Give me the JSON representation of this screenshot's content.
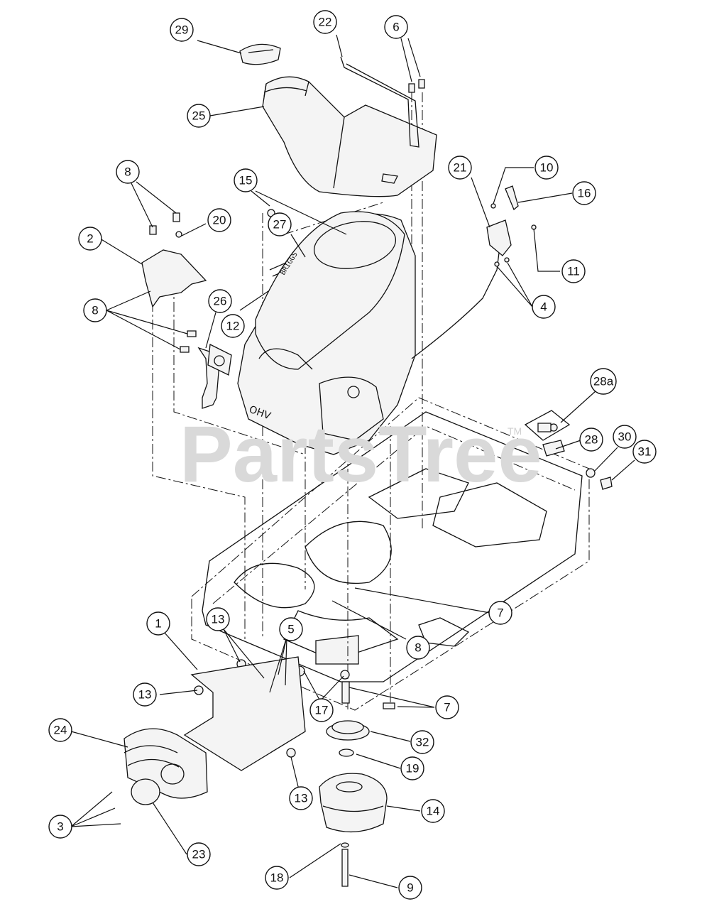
{
  "watermark": {
    "text": "PartsTree",
    "trademark": "TM"
  },
  "engine_labels": {
    "brand": "BRIGGS",
    "model": "OHV"
  },
  "callouts": [
    {
      "id": "c29",
      "label": "29"
    },
    {
      "id": "c22",
      "label": "22"
    },
    {
      "id": "c6",
      "label": "6"
    },
    {
      "id": "c25",
      "label": "25"
    },
    {
      "id": "c10",
      "label": "10"
    },
    {
      "id": "c8a",
      "label": "8"
    },
    {
      "id": "c15",
      "label": "15"
    },
    {
      "id": "c21",
      "label": "21"
    },
    {
      "id": "c16",
      "label": "16"
    },
    {
      "id": "c20",
      "label": "20"
    },
    {
      "id": "c27",
      "label": "27"
    },
    {
      "id": "c2",
      "label": "2"
    },
    {
      "id": "c11",
      "label": "11"
    },
    {
      "id": "c26",
      "label": "26"
    },
    {
      "id": "c8b",
      "label": "8"
    },
    {
      "id": "c12",
      "label": "12"
    },
    {
      "id": "c4",
      "label": "4"
    },
    {
      "id": "c28a",
      "label": "28a"
    },
    {
      "id": "c28",
      "label": "28"
    },
    {
      "id": "c30",
      "label": "30"
    },
    {
      "id": "c31",
      "label": "31"
    },
    {
      "id": "c7a",
      "label": "7"
    },
    {
      "id": "c1",
      "label": "1"
    },
    {
      "id": "c13a",
      "label": "13"
    },
    {
      "id": "c5",
      "label": "5"
    },
    {
      "id": "c8c",
      "label": "8"
    },
    {
      "id": "c13b",
      "label": "13"
    },
    {
      "id": "c17",
      "label": "17"
    },
    {
      "id": "c7b",
      "label": "7"
    },
    {
      "id": "c24",
      "label": "24"
    },
    {
      "id": "c32",
      "label": "32"
    },
    {
      "id": "c19",
      "label": "19"
    },
    {
      "id": "c13c",
      "label": "13"
    },
    {
      "id": "c14",
      "label": "14"
    },
    {
      "id": "c3",
      "label": "3"
    },
    {
      "id": "c23",
      "label": "23"
    },
    {
      "id": "c18",
      "label": "18"
    },
    {
      "id": "c9",
      "label": "9"
    }
  ]
}
